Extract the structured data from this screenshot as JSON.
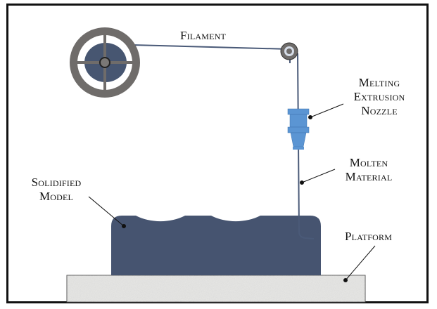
{
  "diagram": {
    "title": "Fused Deposition Modeling process",
    "colors": {
      "border": "#111111",
      "spool_rim": "#6f6c6a",
      "spool_hub": "#475671",
      "filament": "#4a5a78",
      "nozzle": "#5b95d3",
      "model": "#465470",
      "platform": "#e8e8e6",
      "leader": "#111111"
    },
    "labels": {
      "filament": [
        "Filament"
      ],
      "nozzle": [
        "Melting",
        "Extrusion",
        "Nozzle"
      ],
      "molten": [
        "Molten",
        "Material"
      ],
      "model": [
        "Solidified",
        "Model"
      ],
      "platform": [
        "Platform"
      ]
    }
  }
}
